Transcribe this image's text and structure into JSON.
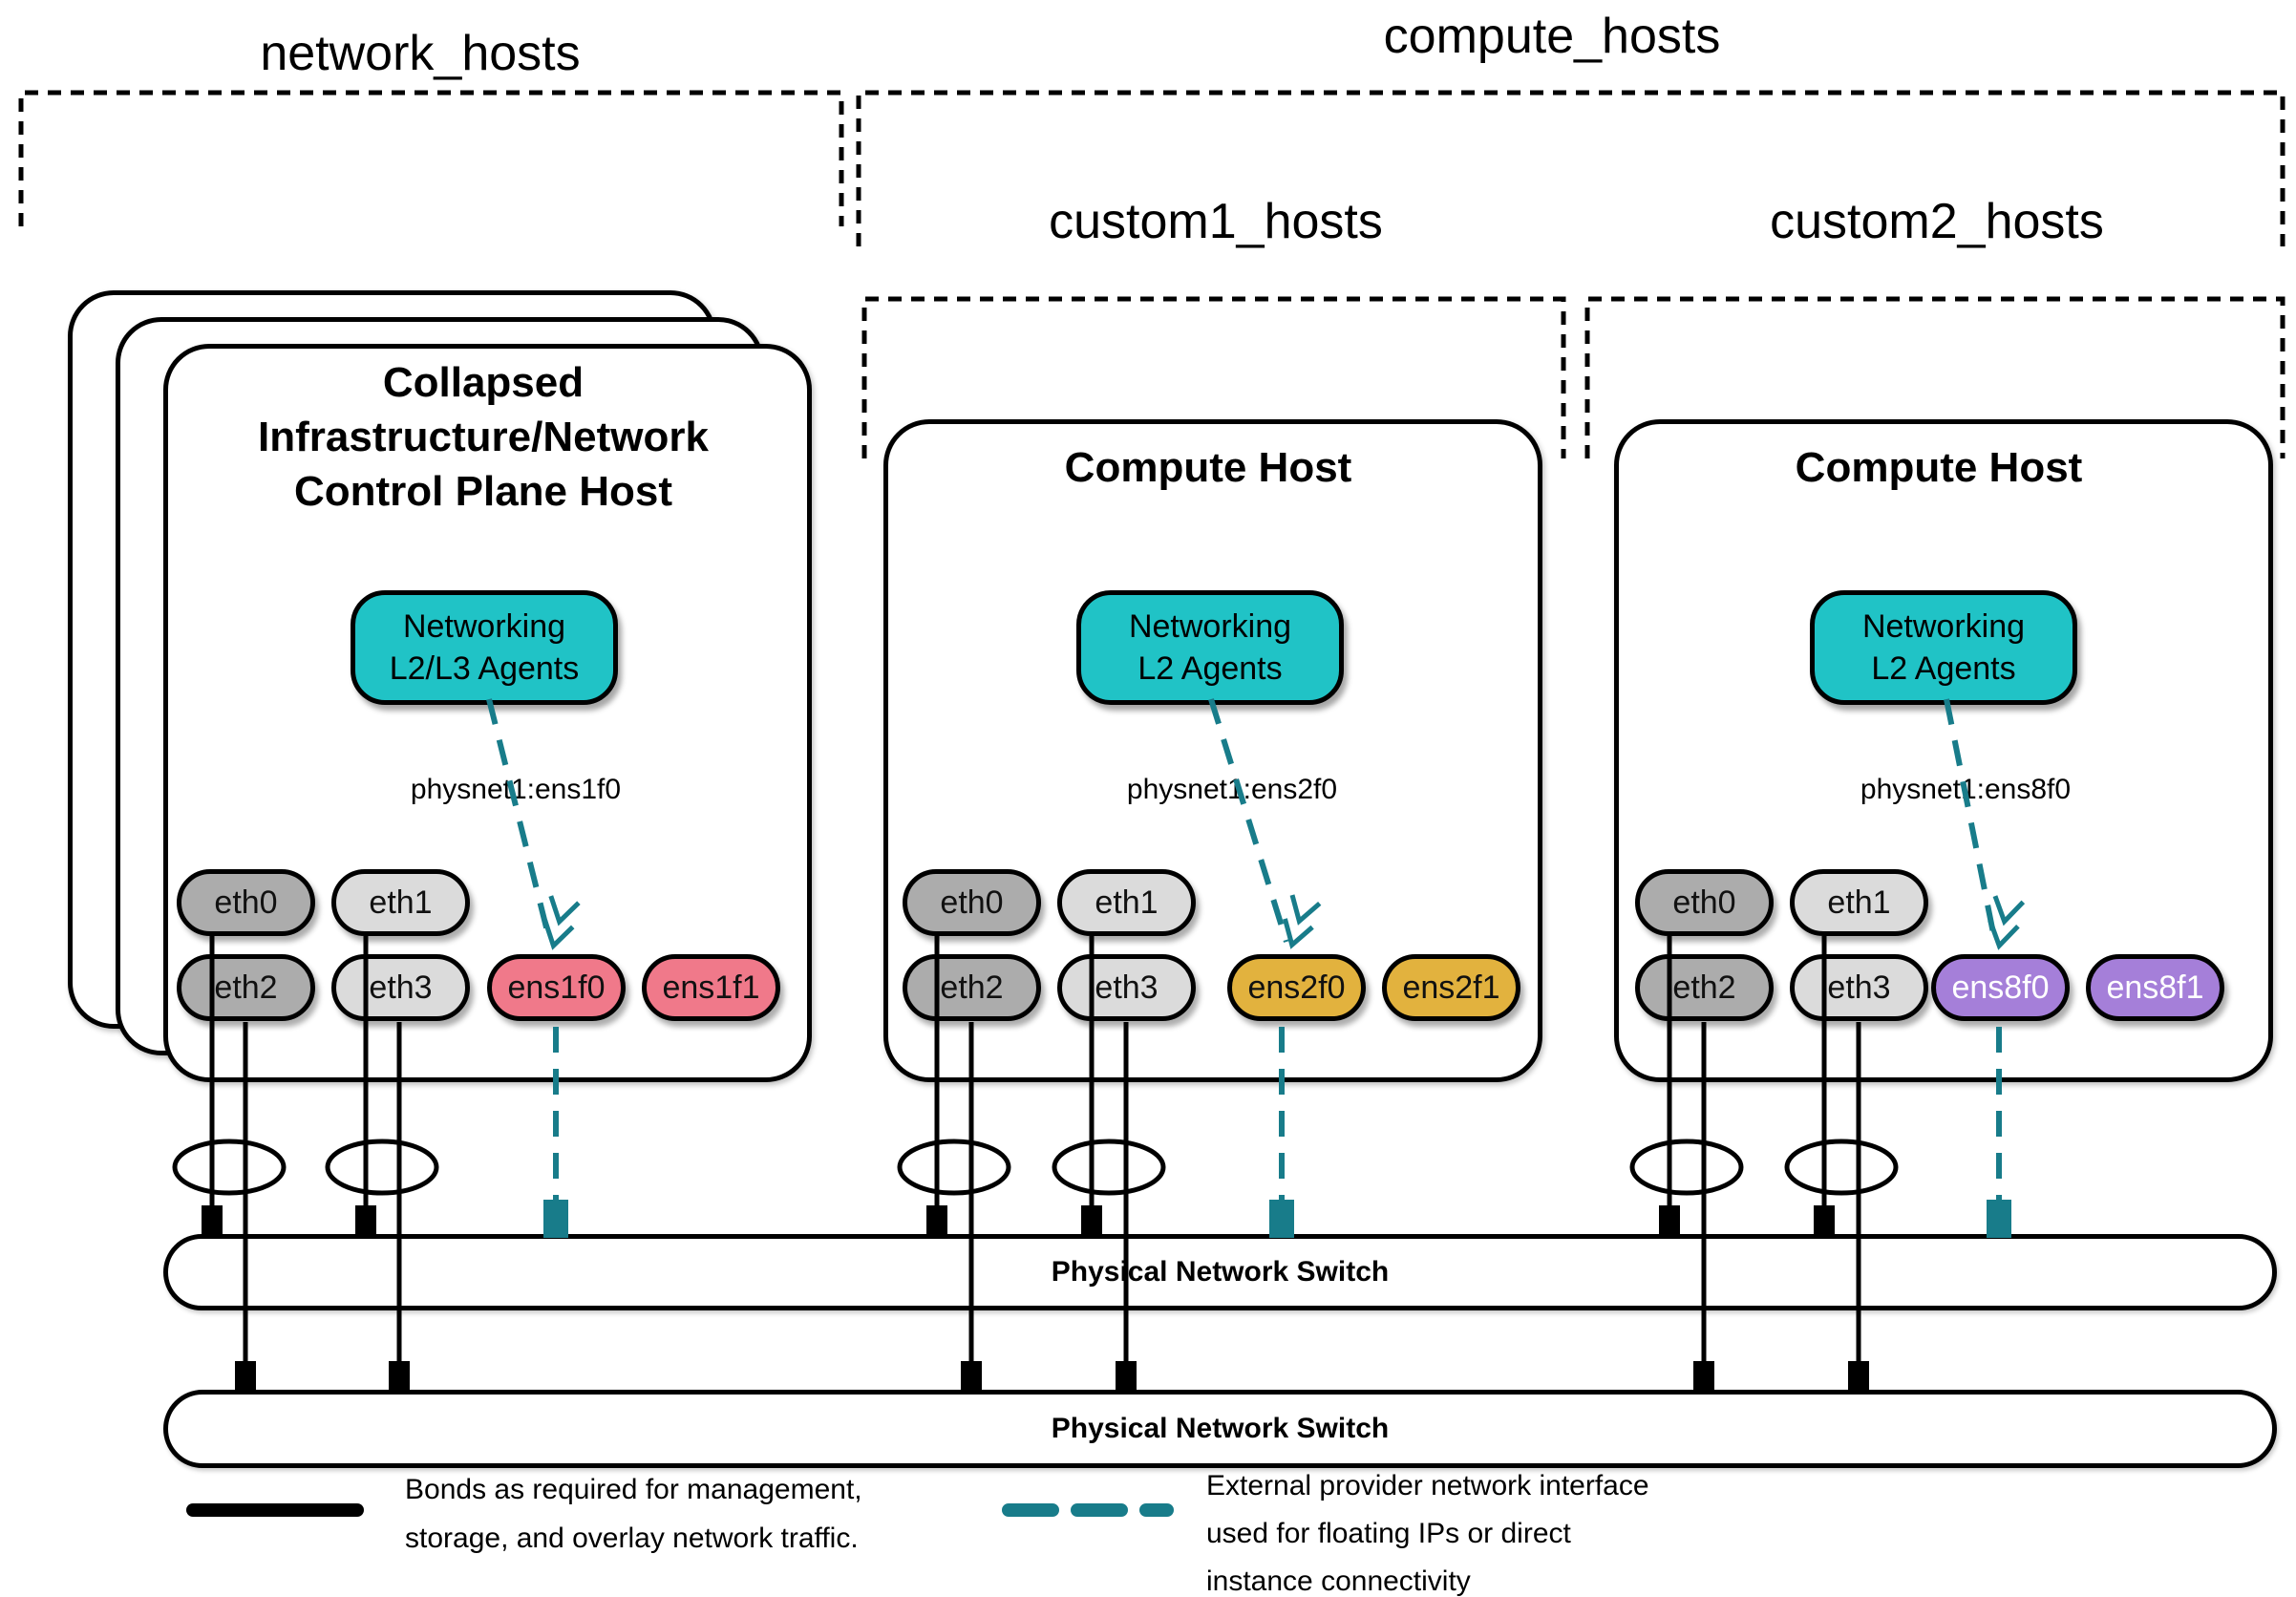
{
  "groups": {
    "network": "network_hosts",
    "compute": "compute_hosts",
    "custom1": "custom1_hosts",
    "custom2": "custom2_hosts"
  },
  "hosts": [
    {
      "title_lines": [
        "Collapsed",
        "Infrastructure/Network",
        "Control Plane Host"
      ],
      "agent_lines": [
        "Networking",
        "L2/L3 Agents"
      ],
      "physnet": "physnet1:ens1f0",
      "nics": [
        "eth0",
        "eth1",
        "eth2",
        "eth3",
        "ens1f0",
        "ens1f1"
      ]
    },
    {
      "title_lines": [
        "Compute Host"
      ],
      "agent_lines": [
        "Networking",
        "L2 Agents"
      ],
      "physnet": "physnet1:ens2f0",
      "nics": [
        "eth0",
        "eth1",
        "eth2",
        "eth3",
        "ens2f0",
        "ens2f1"
      ]
    },
    {
      "title_lines": [
        "Compute Host"
      ],
      "agent_lines": [
        "Networking",
        "L2 Agents"
      ],
      "physnet": "physnet1:ens8f0",
      "nics": [
        "eth0",
        "eth1",
        "eth2",
        "eth3",
        "ens8f0",
        "ens8f1"
      ]
    }
  ],
  "switches": [
    {
      "label": "Physical Network Switch"
    },
    {
      "label": "Physical Network Switch"
    }
  ],
  "legend": {
    "bond": [
      "Bonds as required for management,",
      "storage, and overlay network traffic."
    ],
    "provider": [
      "External provider network interface",
      "used for floating IPs or direct",
      "instance connectivity"
    ]
  },
  "colors": {
    "agent_teal": "#20C3C6",
    "provider_teal": "#187C8A",
    "nic_gray_dark": "#ACACAC",
    "nic_gray_light": "#DBDBDB",
    "nic_pink": "#F0798A",
    "nic_gold": "#E2B23E",
    "nic_purple": "#A57FD9",
    "line_black": "#000000"
  }
}
